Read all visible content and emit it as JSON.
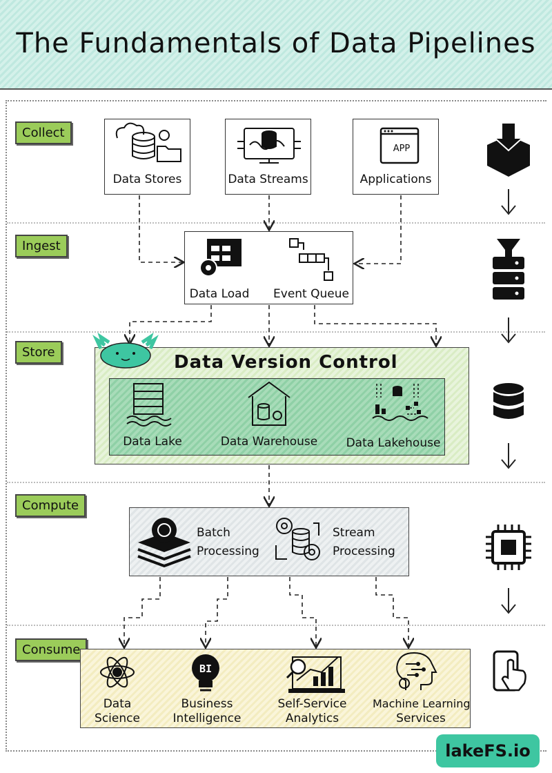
{
  "title": "The Fundamentals of Data Pipelines",
  "stages": [
    "Collect",
    "Ingest",
    "Store",
    "Compute",
    "Consume"
  ],
  "collect": {
    "data_stores": "Data Stores",
    "data_streams": "Data Streams",
    "applications": "Applications",
    "app_text": "APP"
  },
  "ingest": {
    "data_load": "Data Load",
    "event_queue": "Event Queue"
  },
  "store": {
    "title": "Data Version Control",
    "data_lake": "Data Lake",
    "data_warehouse": "Data Warehouse",
    "data_lakehouse": "Data Lakehouse"
  },
  "compute": {
    "batch_1": "Batch",
    "batch_2": "Processing",
    "stream_1": "Stream",
    "stream_2": "Processing"
  },
  "consume": {
    "ds_1": "Data",
    "ds_2": "Science",
    "bi_1": "Business",
    "bi_2": "Intelligence",
    "bi_icon": "BI",
    "ssa_1": "Self-Service",
    "ssa_2": "Analytics",
    "ml_1": "Machine Learning",
    "ml_2": "Services"
  },
  "brand": "lakeFS.io",
  "colors": {
    "stage_green": "#9bcc5a",
    "header_teal": "#bfe8df",
    "brand_teal": "#3ec6a1"
  }
}
